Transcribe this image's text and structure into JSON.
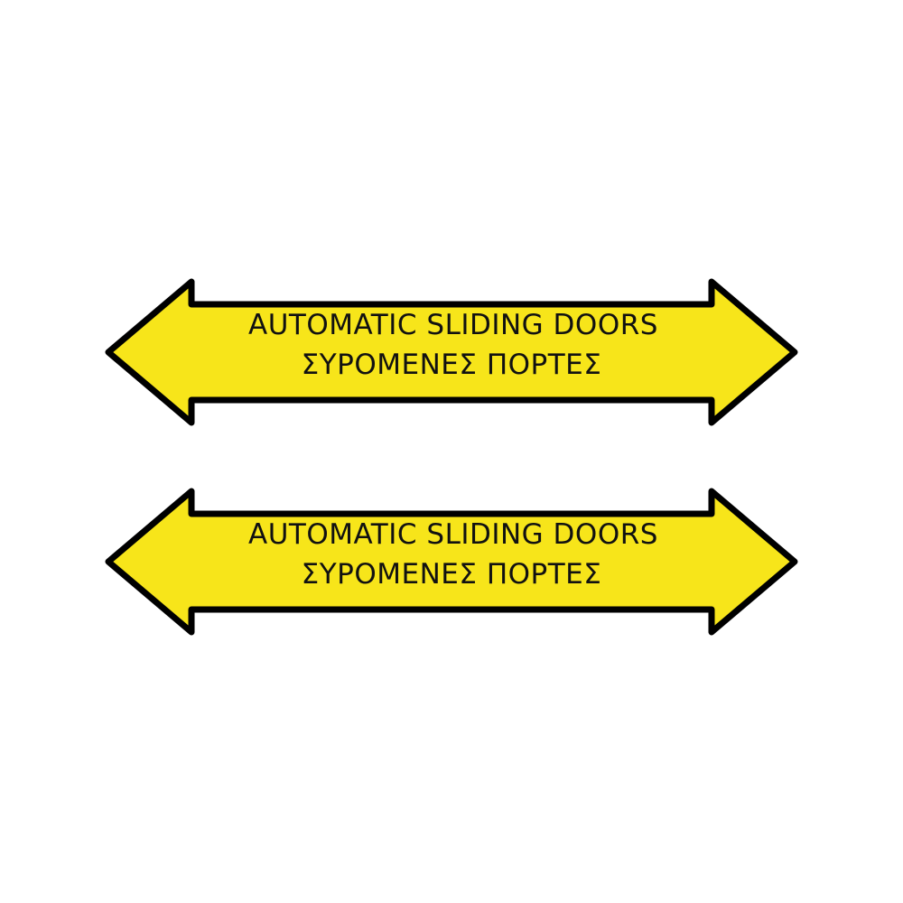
{
  "signs": [
    {
      "line1": "AUTOMATIC SLIDING DOORS",
      "line2": "ΣΥΡΟΜΕΝΕΣ ΠΟΡΤΕΣ"
    },
    {
      "line1": "AUTOMATIC SLIDING DOORS",
      "line2": "ΣΥΡΟΜΕΝΕΣ ΠΟΡΤΕΣ"
    }
  ],
  "colors": {
    "sign_fill": "#F7E51A",
    "sign_border": "#000000",
    "text": "#111111",
    "background": "#FFFFFF"
  },
  "icons": [
    "double-arrow-sign"
  ]
}
